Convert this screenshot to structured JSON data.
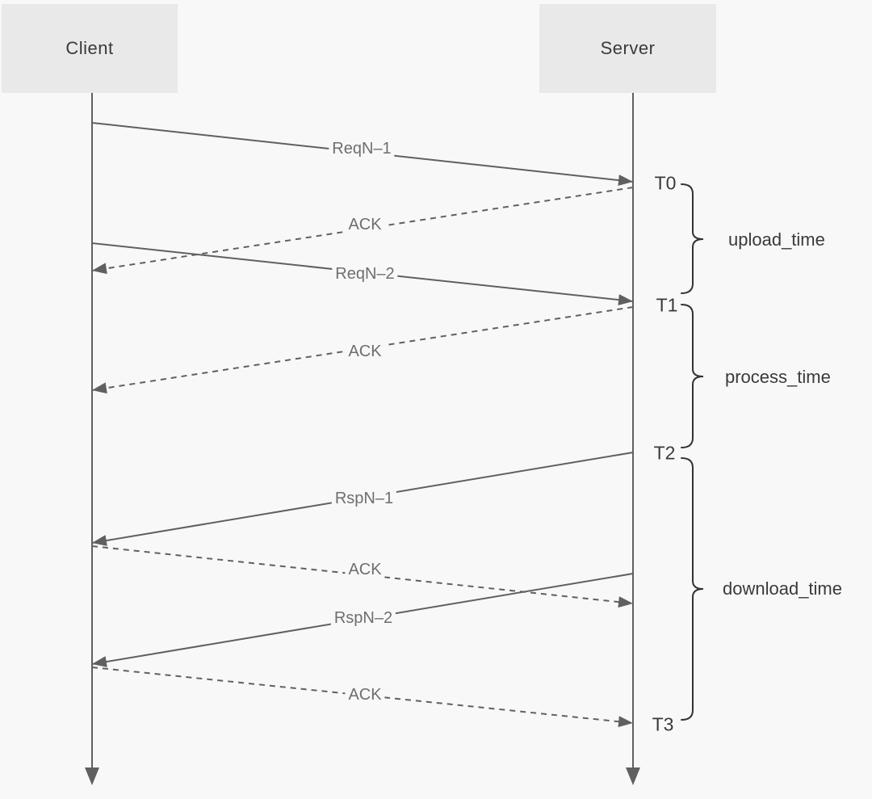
{
  "diagram": {
    "kind": "sequence-diagram",
    "actors": [
      {
        "name": "Client"
      },
      {
        "name": "Server"
      }
    ],
    "messages": [
      {
        "label": "ReqN–1",
        "from": "Client",
        "to": "Server",
        "style": "solid"
      },
      {
        "label": "ACK",
        "from": "Server",
        "to": "Client",
        "style": "dashed"
      },
      {
        "label": "ReqN–2",
        "from": "Client",
        "to": "Server",
        "style": "solid"
      },
      {
        "label": "ACK",
        "from": "Server",
        "to": "Client",
        "style": "dashed"
      },
      {
        "label": "RspN–1",
        "from": "Server",
        "to": "Client",
        "style": "solid"
      },
      {
        "label": "ACK",
        "from": "Client",
        "to": "Server",
        "style": "dashed"
      },
      {
        "label": "RspN–2",
        "from": "Server",
        "to": "Client",
        "style": "solid"
      },
      {
        "label": "ACK",
        "from": "Client",
        "to": "Server",
        "style": "dashed"
      }
    ],
    "time_markers": [
      {
        "label": "T0"
      },
      {
        "label": "T1"
      },
      {
        "label": "T2"
      },
      {
        "label": "T3"
      }
    ],
    "intervals": [
      {
        "label": "upload_time",
        "from": "T0",
        "to": "T1"
      },
      {
        "label": "process_time",
        "from": "T1",
        "to": "T2"
      },
      {
        "label": "download_time",
        "from": "T2",
        "to": "T3"
      }
    ],
    "colors": {
      "background": "#f8f8f8",
      "actor_box": "#e9e9e9",
      "line": "#606060",
      "message_text": "#6e6e6e",
      "dark_text": "#3a3a3a",
      "brace": "#333333"
    }
  }
}
